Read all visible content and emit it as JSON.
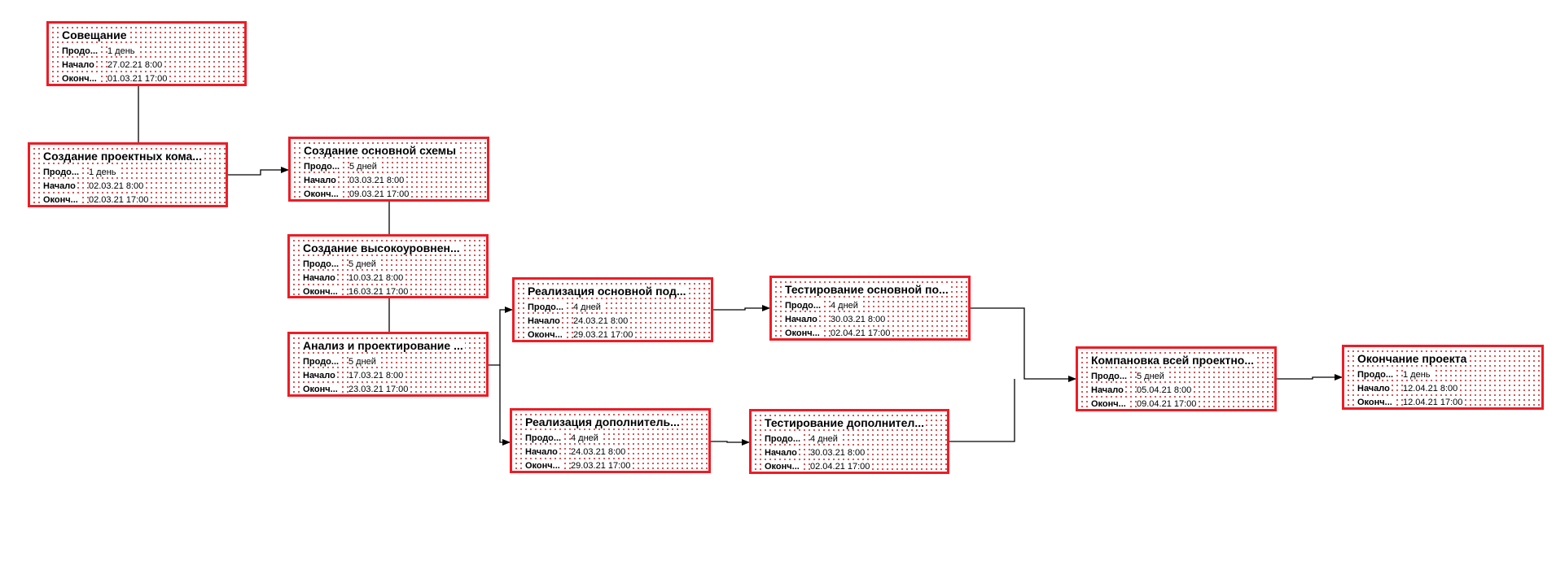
{
  "diagram": {
    "field_labels": {
      "duration": "Продо...",
      "start": "Начало",
      "finish": "Оконч..."
    },
    "colors": {
      "border": "#ee1c25",
      "dots": "#d23c3c",
      "link": "#000000"
    },
    "tasks": [
      {
        "id": "t1",
        "title": "Совещание",
        "duration": "1 день",
        "start": "27.02.21 8:00",
        "finish": "01.03.21 17:00"
      },
      {
        "id": "t2",
        "title": "Создание проектных кома...",
        "duration": "1 день",
        "start": "02.03.21 8:00",
        "finish": "02.03.21 17:00"
      },
      {
        "id": "t3",
        "title": "Создание основной схемы",
        "duration": "5 дней",
        "start": "03.03.21 8:00",
        "finish": "09.03.21 17:00"
      },
      {
        "id": "t4",
        "title": "Создание высокоуровнен...",
        "duration": "5 дней",
        "start": "10.03.21 8:00",
        "finish": "16.03.21 17:00"
      },
      {
        "id": "t5",
        "title": "Анализ и проектирование ...",
        "duration": "5 дней",
        "start": "17.03.21 8:00",
        "finish": "23.03.21 17:00"
      },
      {
        "id": "t6",
        "title": "Реализация основной под...",
        "duration": "4 дней",
        "start": "24.03.21 8:00",
        "finish": "29.03.21 17:00"
      },
      {
        "id": "t7",
        "title": "Тестирование основной по...",
        "duration": "4 дней",
        "start": "30.03.21 8:00",
        "finish": "02.04.21 17:00"
      },
      {
        "id": "t8",
        "title": "Реализация дополнитель...",
        "duration": "4 дней",
        "start": "24.03.21 8:00",
        "finish": "29.03.21 17:00"
      },
      {
        "id": "t9",
        "title": "Тестирование дополнител...",
        "duration": "4 дней",
        "start": "30.03.21 8:00",
        "finish": "02.04.21 17:00"
      },
      {
        "id": "t10",
        "title": "Компановка всей проектно...",
        "duration": "5 дней",
        "start": "05.04.21 8:00",
        "finish": "09.04.21 17:00"
      },
      {
        "id": "t11",
        "title": "Окончание проекта",
        "duration": "1 день",
        "start": "12.04.21 8:00",
        "finish": "12.04.21 17:00"
      }
    ],
    "links": [
      {
        "from": "t1",
        "to": "t2"
      },
      {
        "from": "t2",
        "to": "t3"
      },
      {
        "from": "t3",
        "to": "t4"
      },
      {
        "from": "t4",
        "to": "t5"
      },
      {
        "from": "t5",
        "to": "t6"
      },
      {
        "from": "t5",
        "to": "t8"
      },
      {
        "from": "t6",
        "to": "t7"
      },
      {
        "from": "t8",
        "to": "t9"
      },
      {
        "from": "t7",
        "to": "t10"
      },
      {
        "from": "t9",
        "to": "t10"
      },
      {
        "from": "t10",
        "to": "t11"
      }
    ]
  }
}
